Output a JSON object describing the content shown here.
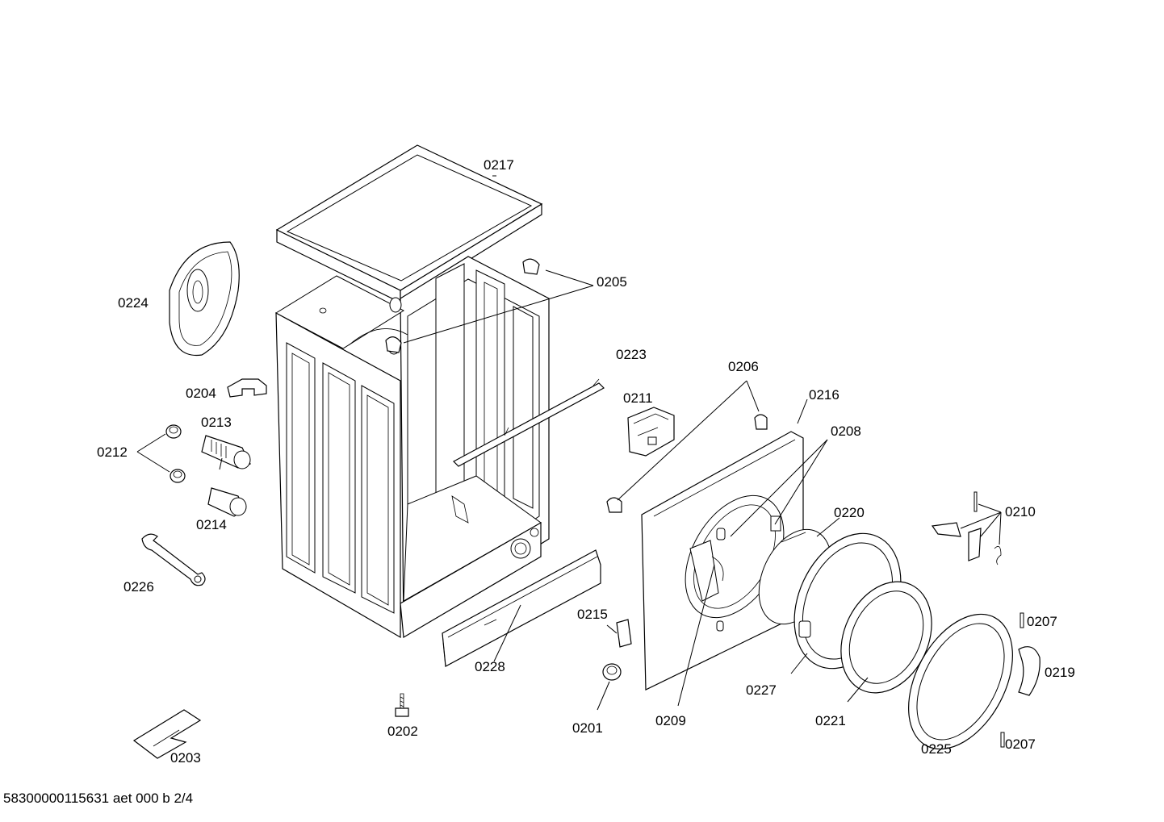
{
  "labels": {
    "p0217": "0217",
    "p0205": "0205",
    "p0224": "0224",
    "p0204": "0204",
    "p0213": "0213",
    "p0212": "0212",
    "p0214": "0214",
    "p0226": "0226",
    "p0223": "0223",
    "p0211": "0211",
    "p0206": "0206",
    "p0216": "0216",
    "p0208": "0208",
    "p0220": "0220",
    "p0210": "0210",
    "p0215": "0215",
    "p0228": "0228",
    "p0201": "0201",
    "p0202": "0202",
    "p0203": "0203",
    "p0209": "0209",
    "p0227": "0227",
    "p0221": "0221",
    "p0225": "0225",
    "p0207a": "0207",
    "p0219": "0219",
    "p0207b": "0207"
  },
  "footer": {
    "code": "58300000115631 aet 000 b 2/4"
  }
}
